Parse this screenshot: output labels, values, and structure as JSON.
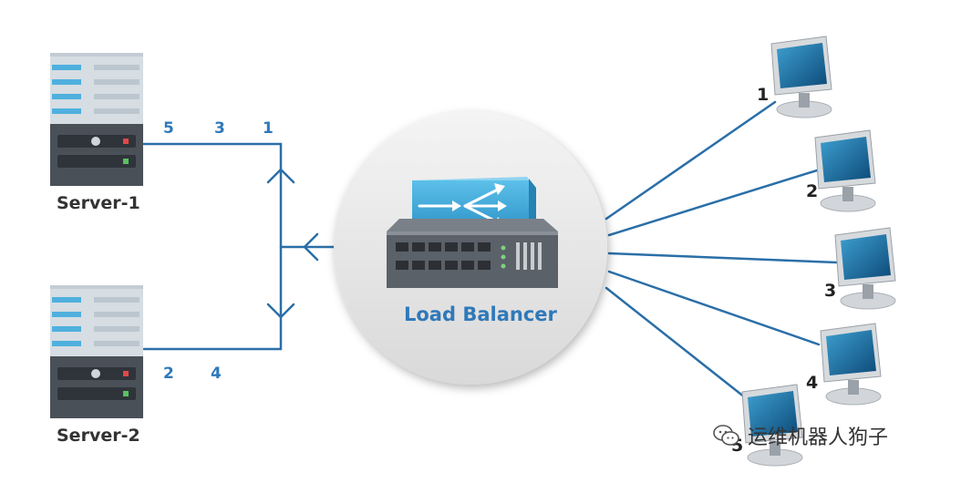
{
  "colors": {
    "line": "#2a6fa8",
    "label_blue": "#2f79b9",
    "server_light": "#d6dde3",
    "server_dark": "#4a5058",
    "accent_blue": "#4fb0de"
  },
  "servers": [
    {
      "name": "Server-1",
      "routes": [
        "5",
        "3",
        "1"
      ]
    },
    {
      "name": "Server-2",
      "routes": [
        "2",
        "4"
      ]
    }
  ],
  "load_balancer": {
    "label": "Load Balancer"
  },
  "clients": [
    "1",
    "2",
    "3",
    "4",
    "5"
  ],
  "watermark": {
    "text": "运维机器人狗子",
    "icon": "wechat-icon"
  }
}
